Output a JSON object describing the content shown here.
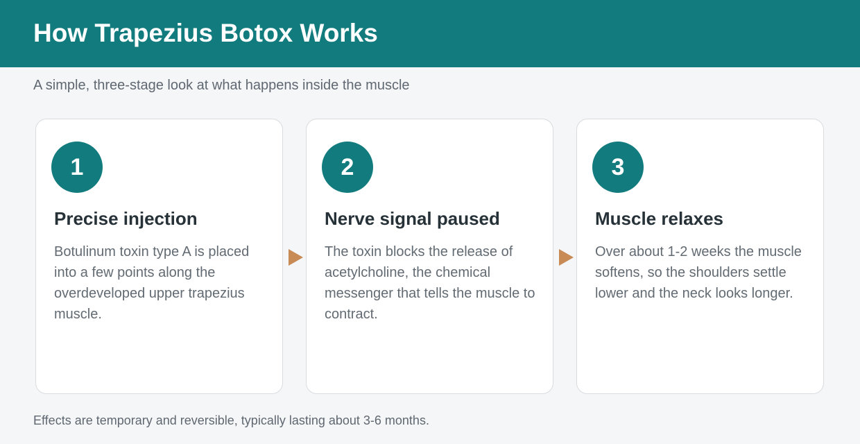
{
  "header": {
    "title": "How Trapezius Botox Works"
  },
  "subtitle": "A simple, three-stage look at what happens inside the muscle",
  "steps": [
    {
      "number": "1",
      "title": "Precise injection",
      "body": "Botulinum toxin type A is placed into a few points along the overdeveloped upper trapezius muscle."
    },
    {
      "number": "2",
      "title": "Nerve signal paused",
      "body": "The toxin blocks the release of acetylcholine, the chemical messenger that tells the muscle to contract."
    },
    {
      "number": "3",
      "title": "Muscle relaxes",
      "body": "Over about 1-2 weeks the muscle softens, so the shoulders settle lower and the neck looks longer."
    }
  ],
  "footnote": "Effects are temporary and reversible, typically lasting about 3-6 months.",
  "colors": {
    "accent": "#127b7e",
    "arrow": "#c88b56",
    "background": "#f5f6f8"
  }
}
